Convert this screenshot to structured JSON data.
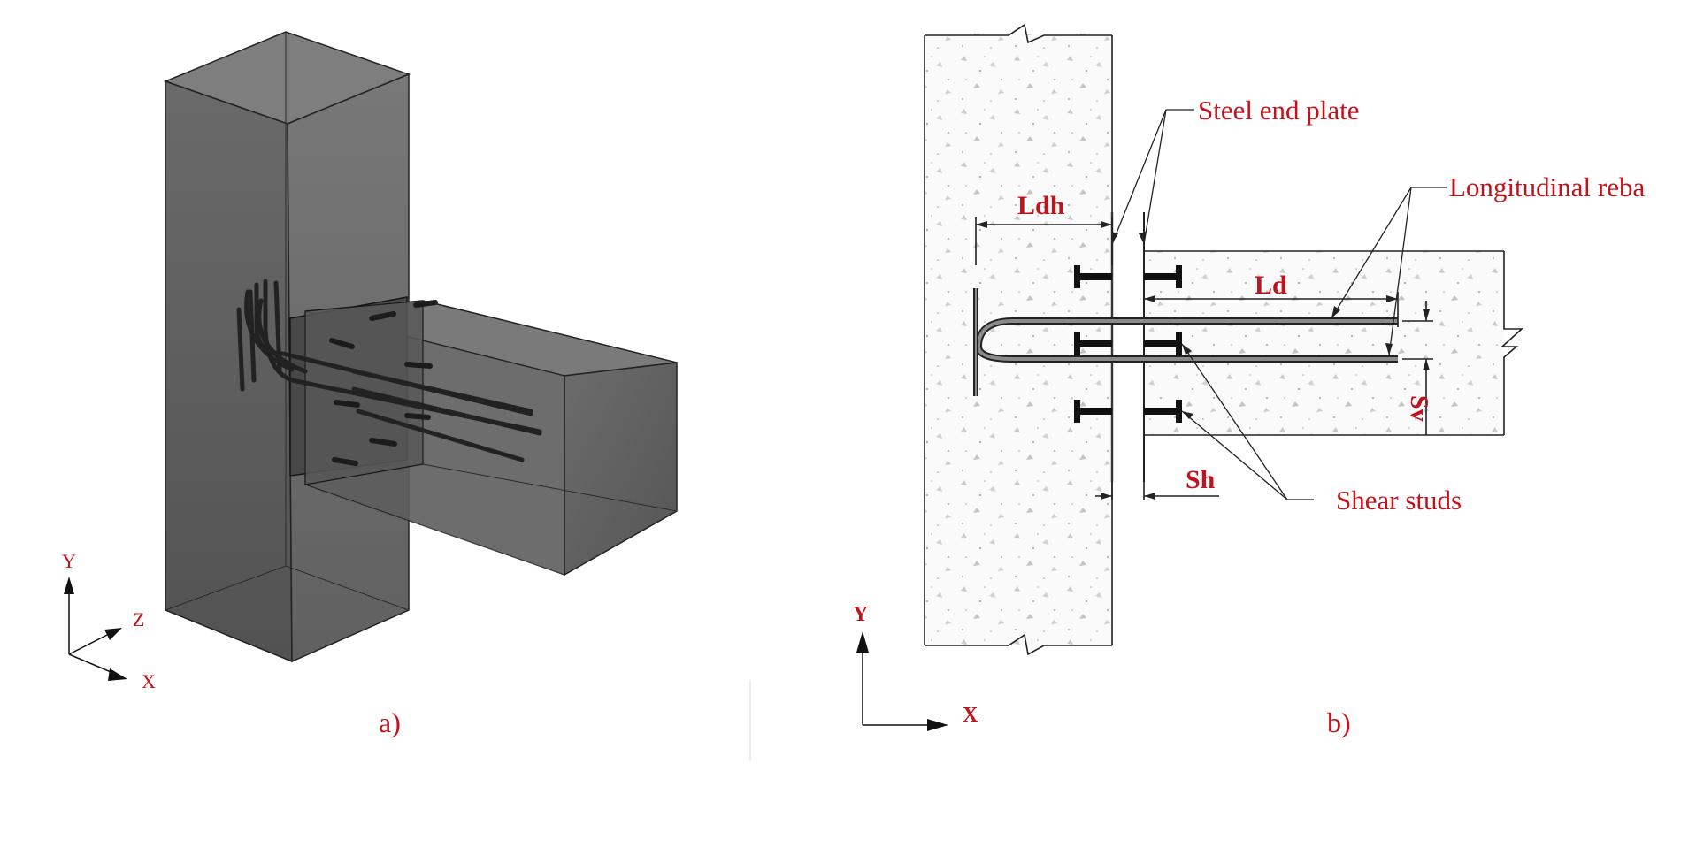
{
  "figure_a": {
    "caption": "a)",
    "axes": {
      "y": "Y",
      "z": "Z",
      "x": "X"
    }
  },
  "figure_b": {
    "caption": "b)",
    "axes": {
      "y": "Y",
      "x": "X"
    },
    "labels": {
      "steel_end_plate": "Steel end plate",
      "longitudinal_rebar": "Longitudinal reba",
      "shear_studs": "Shear studs"
    },
    "dimensions": {
      "ldh": "Ldh",
      "ld": "Ld",
      "sh": "Sh",
      "sv": "Sv"
    }
  },
  "colors": {
    "label_red": "#c0141c",
    "concrete_gray": "#5f5f5f",
    "line_dark": "#222222"
  }
}
